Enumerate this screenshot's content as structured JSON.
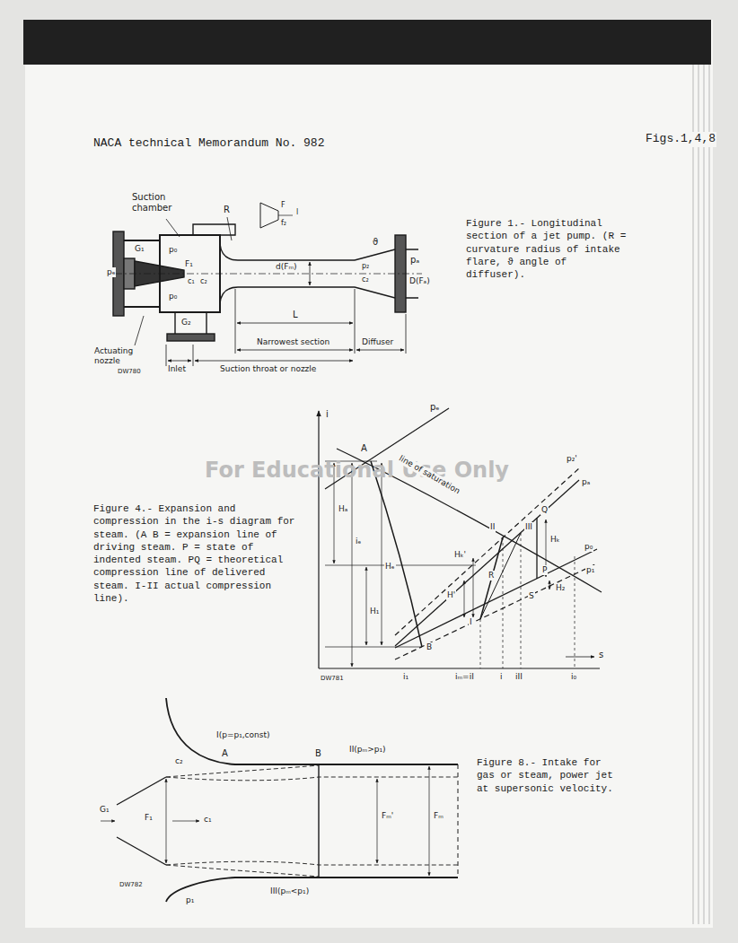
{
  "diagram": {
    "labels": [
      "NACA technical Memorandum No. 982",
      "Figs.1,4,8",
      "Figure 1.- Longitudinal section of a jet pump. (R = curvature radius of intake flare, ϑ angle of diffuser).",
      "Suction chamber",
      "R",
      "G₁",
      "pₑ",
      "p₀",
      "p₀",
      "F₁",
      "c₁",
      "c₂",
      "G₂",
      "d(Fₘ)",
      "p₂",
      "c₂",
      "ϑ",
      "pₐ",
      "D(Fₐ)",
      "L",
      "Actuating nozzle",
      "Inlet",
      "Suction throat or nozzle",
      "Narrowest section",
      "Diffuser",
      "DW780",
      "F",
      "f₂",
      "l",
      "For Educational Use Only",
      "Figure 4.- Expansion and compression in the i-s diagram for steam. (A B = expansion line of driving steam. P = state of indented steam. PQ = theoretical compression line of delivered steam. I-II actual compression line).",
      "i",
      "pₑ",
      "A",
      "line of saturation",
      "p₂'",
      "pₐ",
      "II",
      "III",
      "Q",
      "Hₐ",
      "iₑ",
      "Hₑ",
      "H₁",
      "Hₖ'",
      "H'",
      "R",
      "Hₖ",
      "P",
      "p₀",
      "p₁",
      "S",
      "H₂",
      "I",
      "B",
      "i₁",
      "iₘ=iI",
      "i",
      "iII",
      "i₀",
      "s",
      "DW781",
      "Figure 8.- Intake for gas or steam, power jet at supersonic velocity.",
      "G₁",
      "F₁",
      "c₁",
      "c₂",
      "A",
      "B",
      "I(p=p₁,const)",
      "II(pₘ>p₁)",
      "Fₘ'",
      "Fₘ",
      "III(pₘ<p₁)",
      "p₁",
      "DW782"
    ]
  }
}
